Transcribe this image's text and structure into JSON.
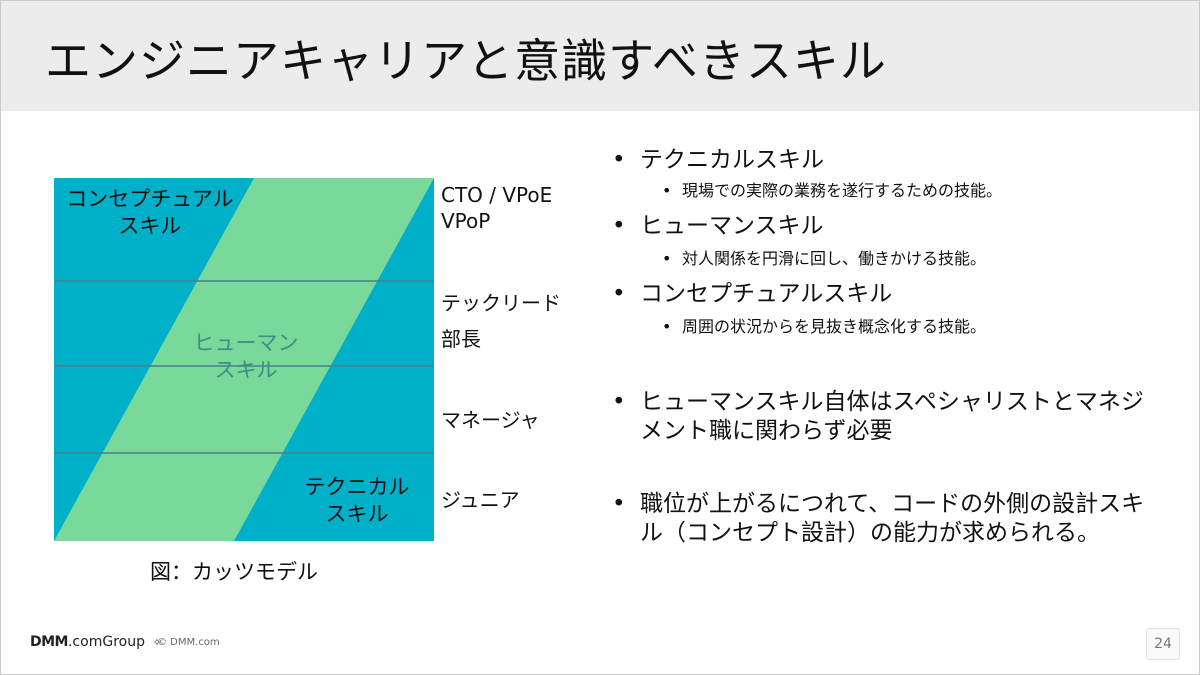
{
  "slide": {
    "title": "エンジニアキャリアと意識すべきスキル",
    "page_number": "24"
  },
  "diagram": {
    "labels": {
      "conceptual": "コンセプチュアル\nスキル",
      "human": "ヒューマン\nスキル",
      "technical": "テクニカル\nスキル"
    },
    "caption": "図：カッツモデル",
    "roles": [
      "CTO / VPoE",
      "VPoP",
      "テックリード",
      "部長",
      "マネージャ",
      "ジュニア"
    ],
    "colors": {
      "blue": "#00b0c8",
      "green": "#78d99a",
      "divider": "#4a7f8a"
    }
  },
  "bullets": [
    {
      "text": "テクニカルスキル",
      "sub": "現場での実際の業務を遂行するための技能。"
    },
    {
      "text": "ヒューマンスキル",
      "sub": "対人関係を円滑に回し、働きかける技能。"
    },
    {
      "text": "コンセプチュアルスキル",
      "sub": "周囲の状況からを見抜き概念化する技能。"
    }
  ],
  "notes": [
    "ヒューマンスキル自体はスペシャリストとマネジメント職に関わらず必要",
    "職位が上がるにつれて、コードの外側の設計スキル（コンセプト設計）の能力が求められる。"
  ],
  "footer": {
    "logo_dmm": "DMM",
    "logo_com": ".com",
    "logo_group": "Group",
    "copyright": "© DMM.com"
  }
}
